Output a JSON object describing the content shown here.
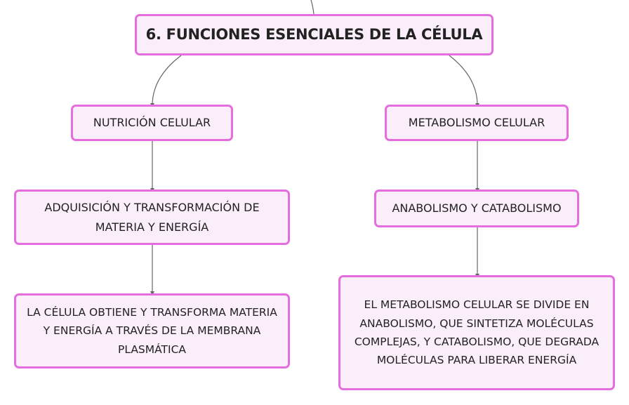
{
  "diagram": {
    "title": "6. FUNCIONES ESENCIALES DE LA CÉLULA",
    "left_branch": {
      "heading": "NUTRICIÓN CELULAR",
      "sub": "ADQUISICIÓN Y TRANSFORMACIÓN DE MATERIA Y ENERGÍA",
      "detail": "LA CÉLULA OBTIENE Y TRANSFORMA MATERIA Y ENERGÍA A TRAVÉS DE LA MEMBRANA PLASMÁTICA"
    },
    "right_branch": {
      "heading": "METABOLISMO CELULAR",
      "sub": "ANABOLISMO Y CATABOLISMO",
      "detail": "EL METABOLISMO CELULAR SE DIVIDE EN ANABOLISMO, QUE SINTETIZA MOLÉCULAS COMPLEJAS, Y CATABOLISMO, QUE DEGRADA MOLÉCULAS PARA LIBERAR ENERGÍA"
    },
    "colors": {
      "node_fill": "#fbeefb",
      "node_border": "#e56ddd",
      "connector": "#666666"
    }
  }
}
